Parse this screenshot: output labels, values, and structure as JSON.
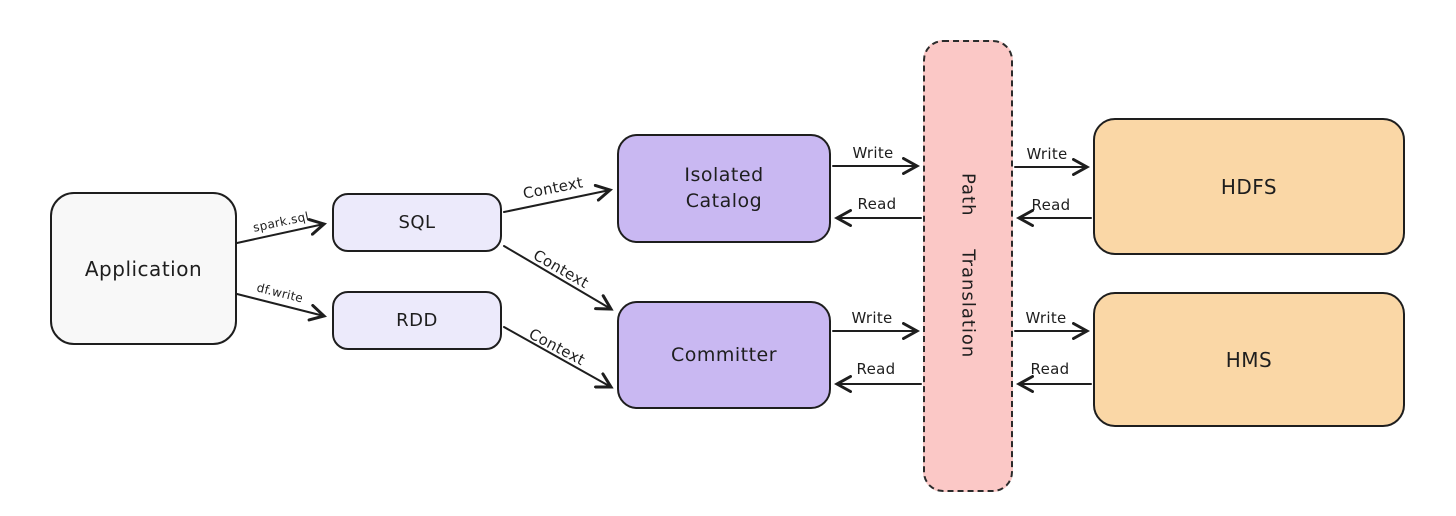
{
  "diagram": {
    "nodes": {
      "application": {
        "label": "Application",
        "fill": "#f8f8f8"
      },
      "sql": {
        "label": "SQL",
        "fill": "#eceafb"
      },
      "rdd": {
        "label": "RDD",
        "fill": "#eceafb"
      },
      "isolated_catalog": {
        "label": "Isolated Catalog",
        "fill": "#c9b8f2"
      },
      "committer": {
        "label": "Committer",
        "fill": "#c9b8f2"
      },
      "path_translation": {
        "label": "Path Translation",
        "fill": "#fbc8c6",
        "border_style": "dashed"
      },
      "hdfs": {
        "label": "HDFS",
        "fill": "#fad7a6"
      },
      "hms": {
        "label": "HMS",
        "fill": "#fad7a6"
      }
    },
    "edges": {
      "app_to_sql": {
        "label": "spark.sql",
        "from": "application",
        "to": "sql"
      },
      "app_to_rdd": {
        "label": "df.write",
        "from": "application",
        "to": "rdd"
      },
      "sql_to_catalog": {
        "label": "Context",
        "from": "sql",
        "to": "isolated_catalog"
      },
      "sql_to_committer": {
        "label": "Context",
        "from": "sql",
        "to": "committer"
      },
      "rdd_to_committer": {
        "label": "Context",
        "from": "rdd",
        "to": "committer"
      },
      "catalog_to_path_write": {
        "label": "Write",
        "from": "isolated_catalog",
        "to": "path_translation"
      },
      "path_to_catalog_read": {
        "label": "Read",
        "from": "path_translation",
        "to": "isolated_catalog"
      },
      "path_to_hdfs_write": {
        "label": "Write",
        "from": "path_translation",
        "to": "hdfs"
      },
      "hdfs_to_path_read": {
        "label": "Read",
        "from": "hdfs",
        "to": "path_translation"
      },
      "committer_to_path_write": {
        "label": "Write",
        "from": "committer",
        "to": "path_translation"
      },
      "path_to_committer_read": {
        "label": "Read",
        "from": "path_translation",
        "to": "committer"
      },
      "path_to_hms_write": {
        "label": "Write",
        "from": "path_translation",
        "to": "hms"
      },
      "hms_to_path_read": {
        "label": "Read",
        "from": "hms",
        "to": "path_translation"
      }
    },
    "colors": {
      "canvas_bg": "#ffffff",
      "stroke": "#1e1e1e",
      "lavender_fill": "#eceafb",
      "purple_fill": "#c9b8f2",
      "pink_fill": "#fbc8c6",
      "orange_fill": "#fad7a6",
      "white_fill": "#f8f8f8"
    }
  }
}
